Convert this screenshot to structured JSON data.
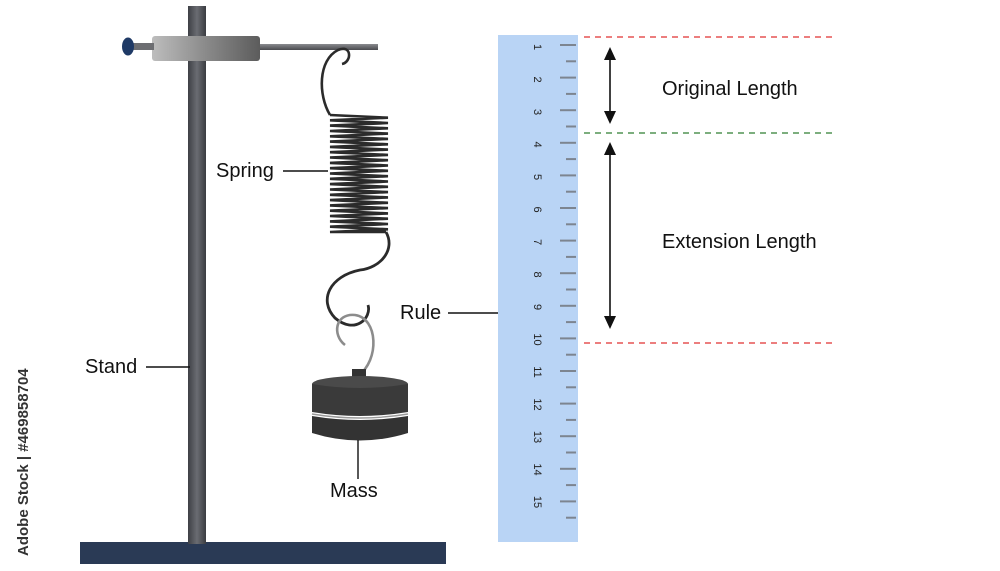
{
  "labels": {
    "spring": "Spring",
    "stand": "Stand",
    "mass": "Mass",
    "rule": "Rule",
    "original_length": "Original Length",
    "extension_length": "Extension Length"
  },
  "ruler": {
    "numbers": [
      "1",
      "2",
      "3",
      "4",
      "5",
      "6",
      "7",
      "8",
      "9",
      "10",
      "11",
      "12",
      "13",
      "14",
      "15"
    ],
    "color": "#b9d4f5"
  },
  "credit": "Adobe Stock | #469858704",
  "colors": {
    "stand": "#4b4d52",
    "base": "#2a3a55",
    "knob": "#1f3a66",
    "red_dash": "#e03030",
    "green_dash": "#2e7d32",
    "mass": "#3a3a3a"
  }
}
